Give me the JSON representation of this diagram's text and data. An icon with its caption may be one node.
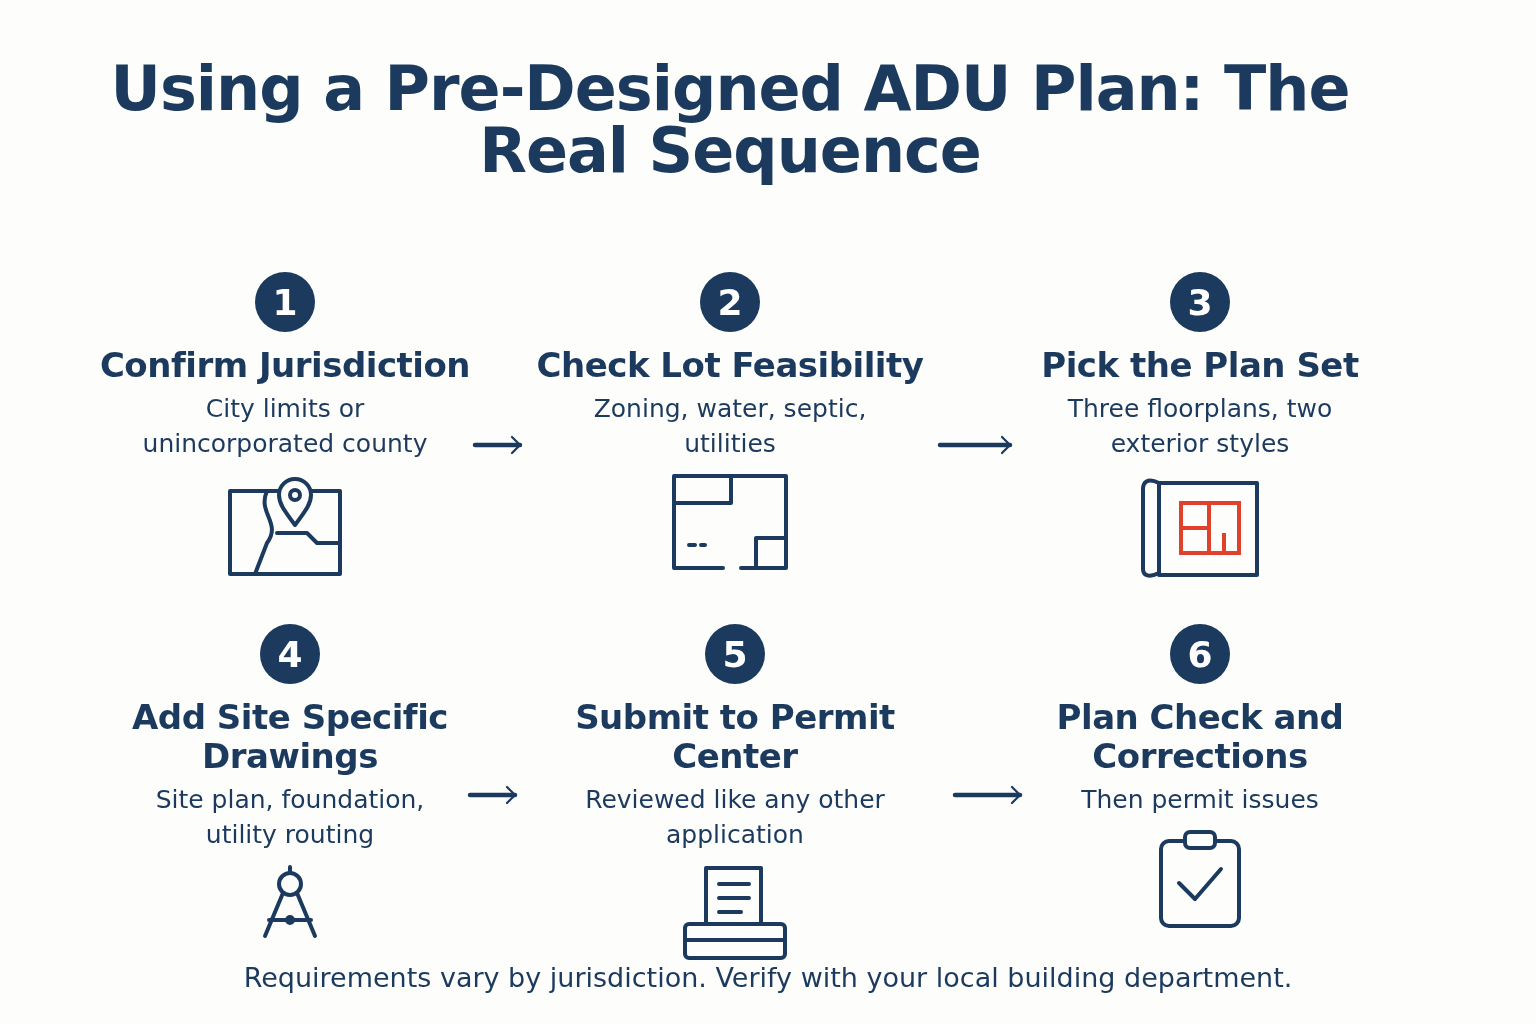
{
  "diagram": {
    "title": "Using a Pre-Designed ADU Plan: The Real Sequence",
    "nodes": [
      {
        "text": [
          "1",
          "Confirm Jurisdiction",
          "City limits or unincorporated county"
        ]
      },
      {
        "text": [
          "2",
          "Check Lot Feasibility",
          "Zoning, water, septic, utilities"
        ]
      },
      {
        "text": [
          "3",
          "Pick the Plan Set",
          "Three floorplans, two exterior styles"
        ]
      },
      {
        "text": [
          "4",
          "Add Site Specific Drawings",
          "Site plan, foundation, utility routing"
        ]
      },
      {
        "text": [
          "5",
          "Submit to Permit Center",
          "Reviewed like any other application"
        ]
      },
      {
        "text": [
          "6",
          "Plan Check and Corrections",
          "Then permit issues"
        ]
      }
    ],
    "edges": [
      {
        "from": 0,
        "to": 1,
        "arrow": "to"
      },
      {
        "from": 1,
        "to": 2,
        "arrow": "to"
      },
      {
        "from": 3,
        "to": 4,
        "arrow": "to"
      },
      {
        "from": 4,
        "to": 5,
        "arrow": "to"
      }
    ],
    "labels": [
      "Requirements vary by jurisdiction. Verify with your local building department."
    ]
  }
}
